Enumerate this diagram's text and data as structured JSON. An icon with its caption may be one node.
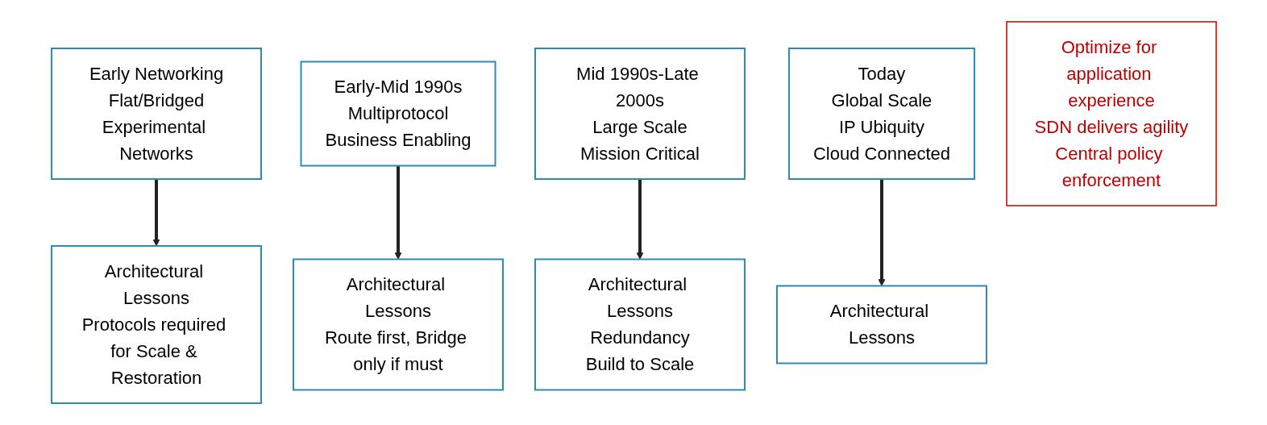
{
  "diagram": {
    "nodes": [
      {
        "text": [
          "Early Networking",
          "Flat/Bridged",
          "Experimental Networks"
        ]
      },
      {
        "text": [
          "Early-Mid 1990s",
          "Multiprotocol",
          "Business Enabling"
        ]
      },
      {
        "text": [
          "Mid 1990s-Late 2000s",
          "Large Scale",
          "Mission Critical"
        ]
      },
      {
        "text": [
          "Today",
          "Global Scale",
          "IP Ubiquity",
          "Cloud Connected"
        ]
      },
      {
        "text": [
          "Architectural Lessons",
          "Protocols required for Scale & Restoration"
        ]
      },
      {
        "text": [
          "Architectural Lessons",
          "Route first, Bridge only if must"
        ]
      },
      {
        "text": [
          "Architectural Lessons",
          "Redundancy",
          "Build to Scale"
        ]
      },
      {
        "text": [
          "Architectural Lessons"
        ]
      },
      {
        "text": [
          "Optimize for application experience",
          "SDN delivers agility",
          "Central policy enforcement"
        ]
      }
    ],
    "edges": [
      {
        "from": 0,
        "to": 4,
        "arrow": "to"
      },
      {
        "from": 1,
        "to": 5,
        "arrow": "to"
      },
      {
        "from": 2,
        "to": 6,
        "arrow": "to"
      },
      {
        "from": 3,
        "to": 7,
        "arrow": "to"
      }
    ]
  }
}
